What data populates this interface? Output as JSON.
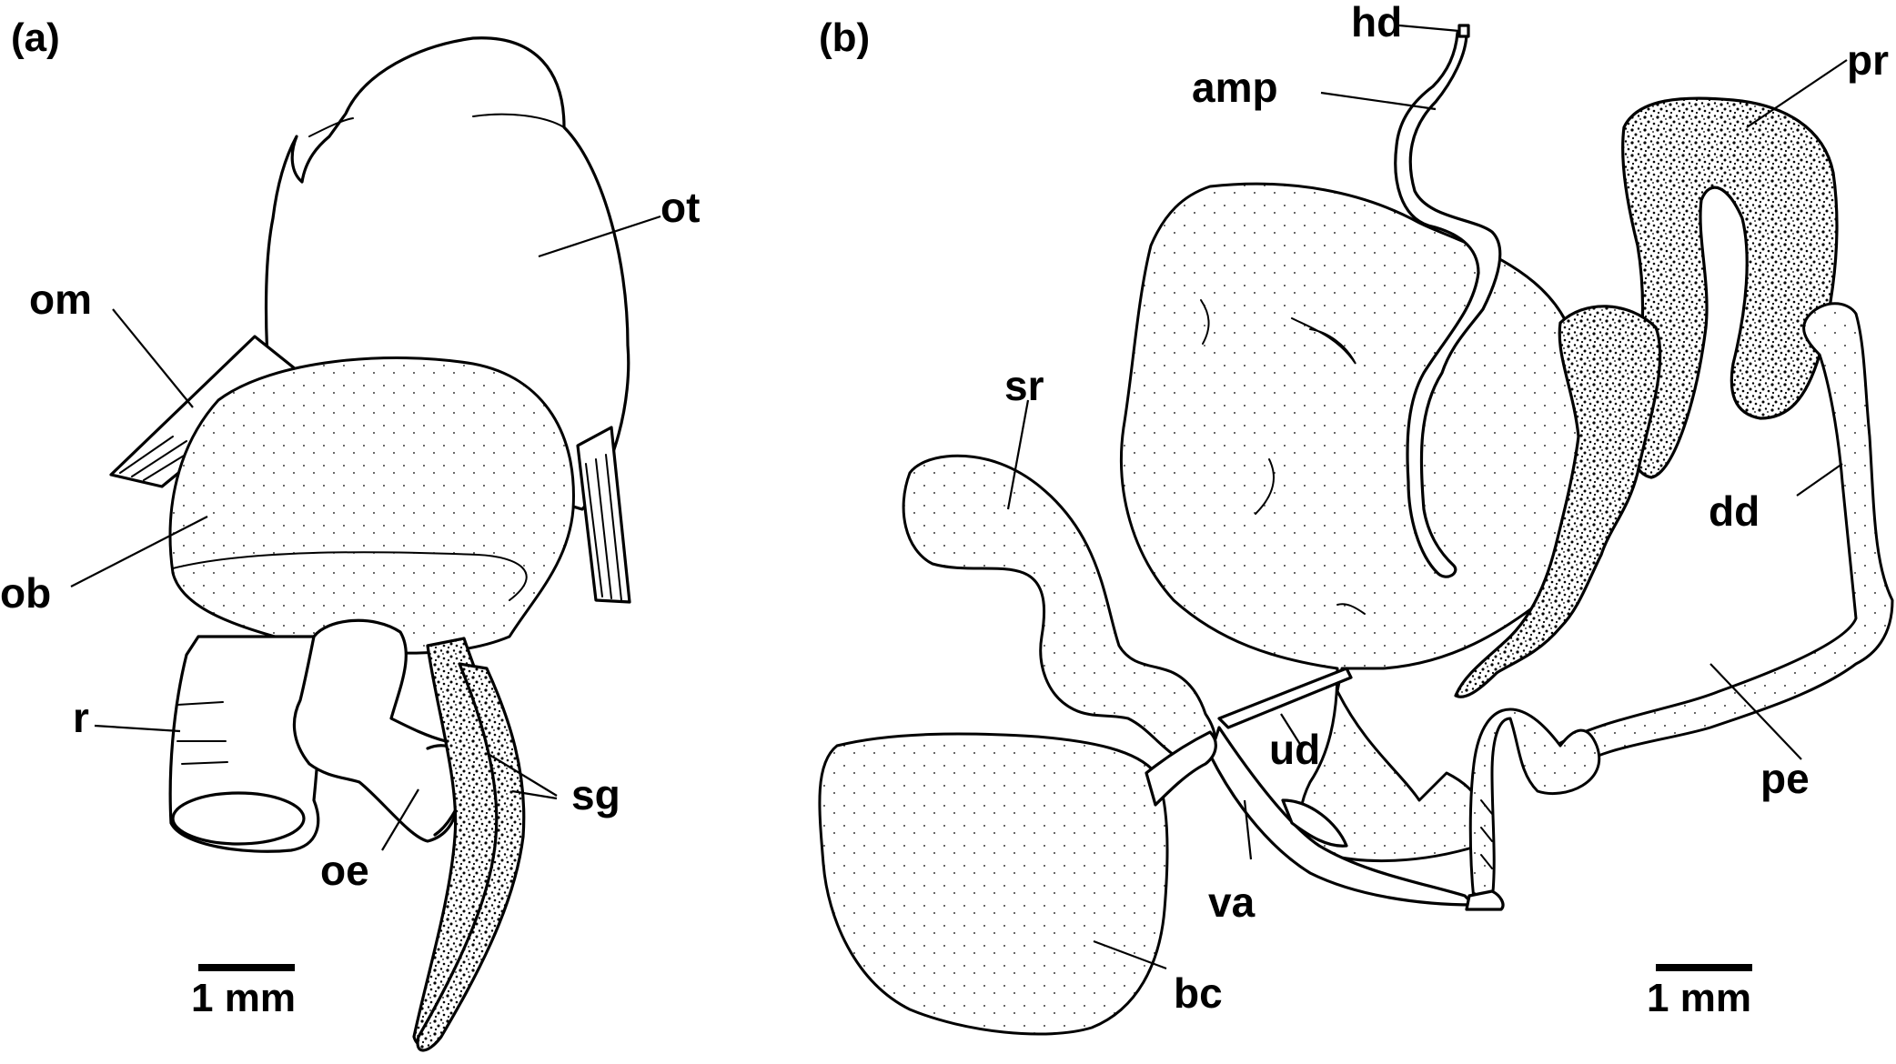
{
  "panels": {
    "a": {
      "label": "(a)",
      "scale_bar": "1 mm",
      "labels": {
        "ot": "ot",
        "om": "om",
        "ob": "ob",
        "r": "r",
        "oe": "oe",
        "sg": "sg"
      }
    },
    "b": {
      "label": "(b)",
      "scale_bar": "1 mm",
      "labels": {
        "hd": "hd",
        "amp": "amp",
        "pr": "pr",
        "sr": "sr",
        "dd": "dd",
        "ud": "ud",
        "pe": "pe",
        "va": "va",
        "bc": "bc"
      }
    }
  },
  "colors": {
    "ink": "#000000",
    "paper": "#ffffff"
  }
}
